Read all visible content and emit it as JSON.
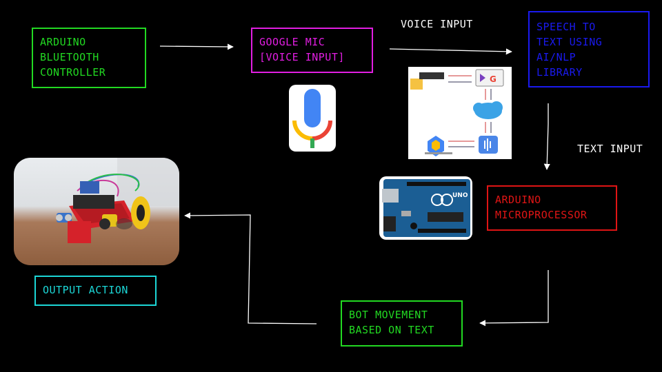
{
  "colors": {
    "green": "#22d922",
    "magenta": "#e21ee2",
    "blue": "#1a1af0",
    "red": "#e01515",
    "cyan": "#1cd7d7",
    "white": "#ffffff"
  },
  "nodes": {
    "bt_controller": "ARDUINO\nBLUETOOTH\nCONTROLLER",
    "google_mic": "GOOGLE MIC\n[VOICE INPUT]",
    "speech_to_text": "SPEECH TO\nTEXT USING\nAI/NLP\nLIBRARY",
    "microprocessor": "ARDUINO\nMICROPROCESSOR",
    "bot_movement": "BOT MOVEMENT\nBASED ON TEXT",
    "output_action": "OUTPUT ACTION"
  },
  "edge_labels": {
    "voice_input": "VOICE INPUT",
    "text_input": "TEXT INPUT"
  },
  "images": {
    "mic_icon": "google-mic-icon",
    "cloud_diagram": "cloud-pipeline-diagram",
    "arduino_board": "arduino-uno-board",
    "robot_car": "robot-car-photo",
    "arduino_board_text": "UNO"
  }
}
